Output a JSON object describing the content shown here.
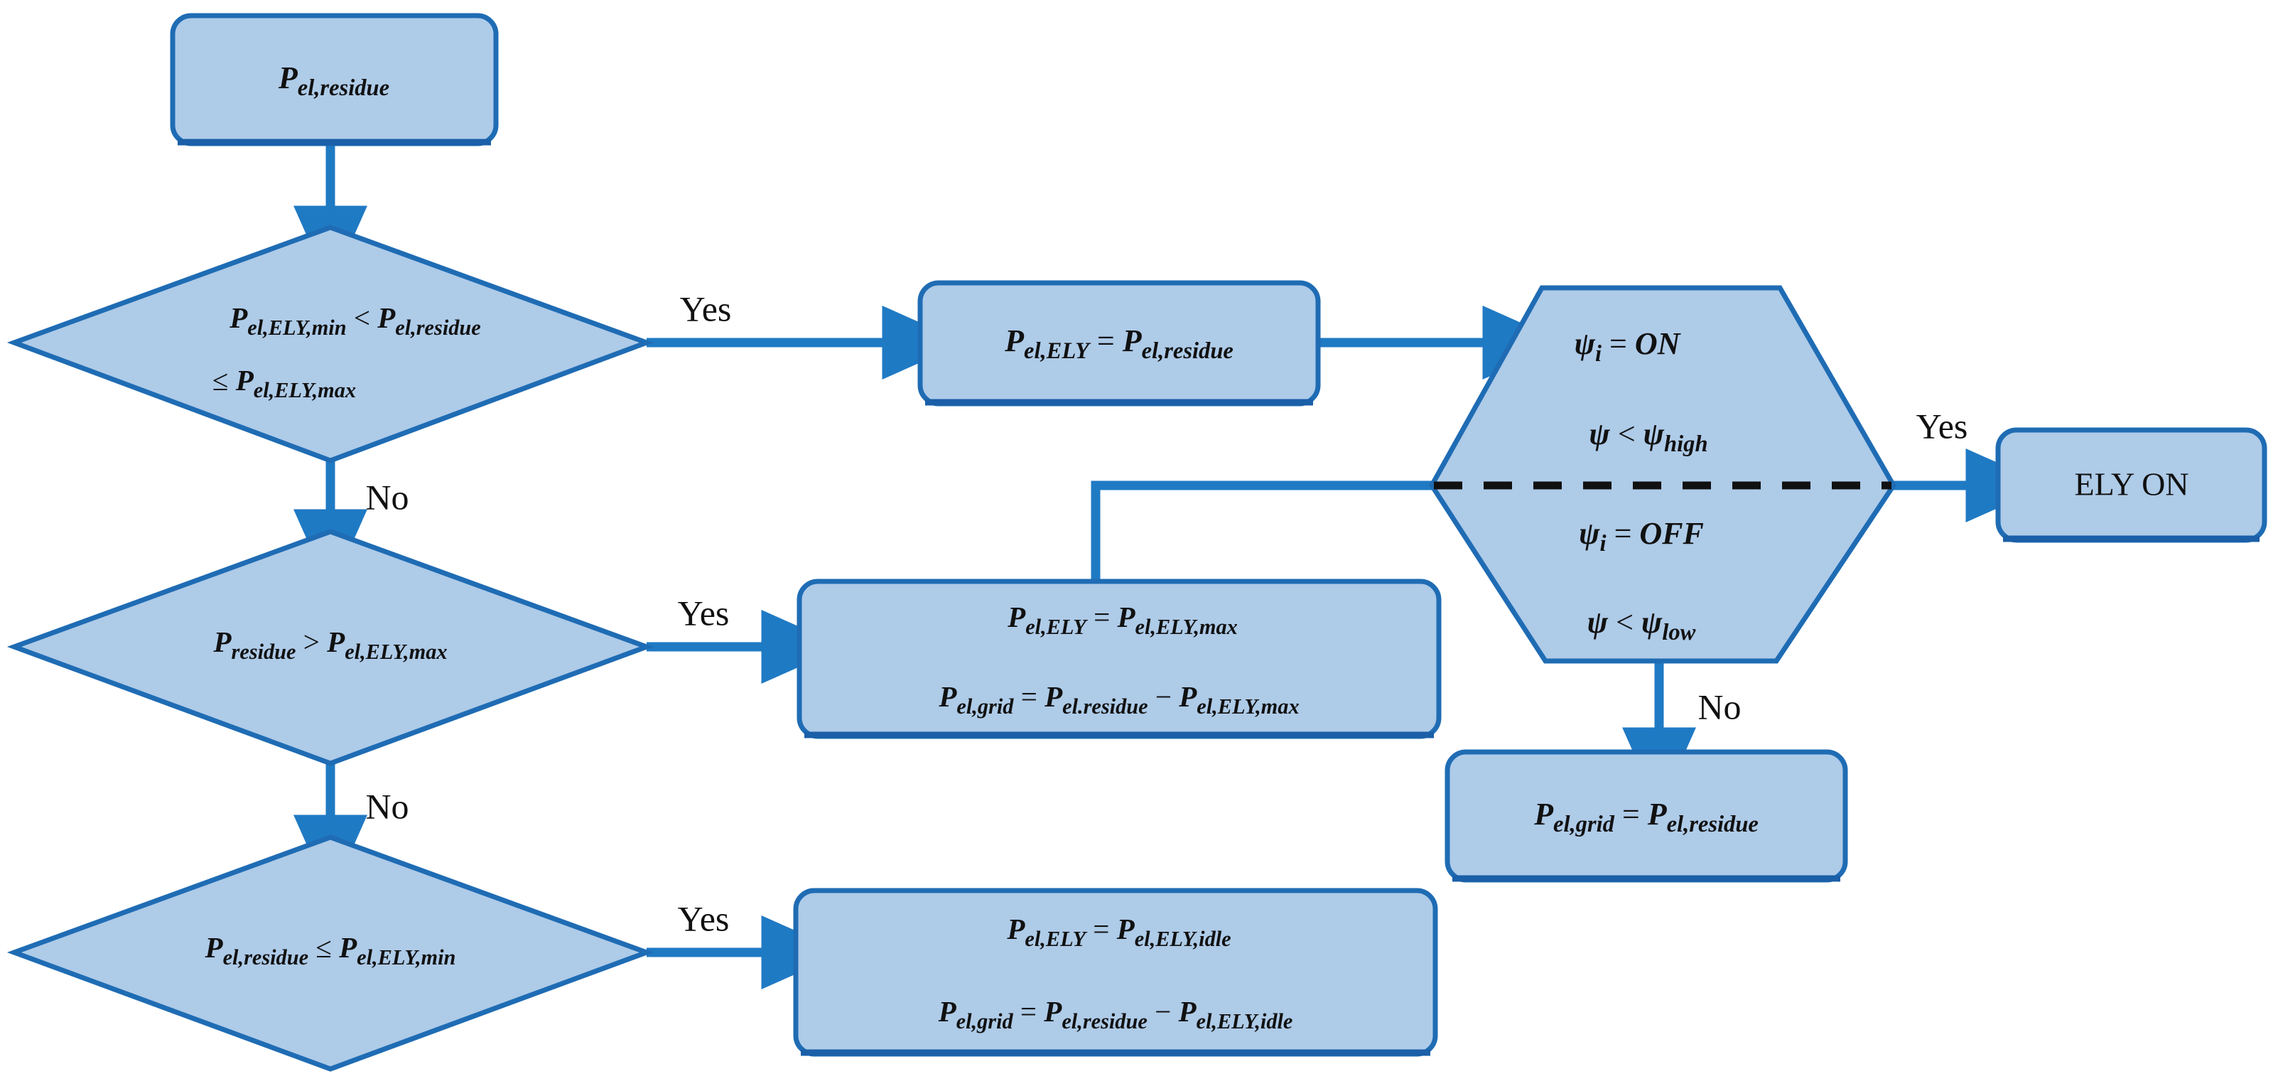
{
  "diagram": {
    "title": "Electrolyser (ELY) residual power dispatch flowchart",
    "colors": {
      "node_fill": "#aecbe8",
      "node_border": "#1f6cb4",
      "connector": "#1f7ac4",
      "divider": "#111111",
      "background": "#ffffff",
      "text": "#111111"
    },
    "nodes": {
      "start": {
        "shape": "rounded-rectangle",
        "symbol": "P",
        "subscript": "el,residue"
      },
      "decision_range": {
        "shape": "diamond",
        "line1": {
          "lhs_symbol": "P",
          "lhs_sub": "el,ELY,min",
          "op": "<",
          "rhs_symbol": "P",
          "rhs_sub": "el,residue"
        },
        "line2": {
          "op": "≤",
          "rhs_symbol": "P",
          "rhs_sub": "el,ELY,max"
        }
      },
      "assign_residue": {
        "shape": "rounded-rectangle",
        "lhs_symbol": "P",
        "lhs_sub": "el,ELY",
        "op": "=",
        "rhs_symbol": "P",
        "rhs_sub": "el,residue"
      },
      "decision_over_max": {
        "shape": "diamond",
        "lhs_symbol": "P",
        "lhs_sub": "residue",
        "op": ">",
        "rhs_symbol": "P",
        "rhs_sub": "el,ELY,max"
      },
      "assign_max": {
        "shape": "rounded-rectangle",
        "line1": {
          "lhs_symbol": "P",
          "lhs_sub": "el,ELY",
          "op": "=",
          "rhs_symbol": "P",
          "rhs_sub": "el,ELY,max"
        },
        "line2": {
          "lhs_symbol": "P",
          "lhs_sub": "el,grid",
          "op": "=",
          "rhs1_symbol": "P",
          "rhs1_sub": "el.residue",
          "op2": "−",
          "rhs2_symbol": "P",
          "rhs2_sub": "el,ELY,max"
        }
      },
      "decision_under_min": {
        "shape": "diamond",
        "lhs_symbol": "P",
        "lhs_sub": "el,residue",
        "op": "≤",
        "rhs_symbol": "P",
        "rhs_sub": "el,ELY,min"
      },
      "assign_idle": {
        "shape": "rounded-rectangle",
        "line1": {
          "lhs_symbol": "P",
          "lhs_sub": "el,ELY",
          "op": "=",
          "rhs_symbol": "P",
          "rhs_sub": "el,ELY,idle"
        },
        "line2": {
          "lhs_symbol": "P",
          "lhs_sub": "el,grid",
          "op": "=",
          "rhs1_symbol": "P",
          "rhs1_sub": "el,residue",
          "op2": "−",
          "rhs2_symbol": "P",
          "rhs2_sub": "el,ELY,idle"
        }
      },
      "hysteresis_hexagon": {
        "shape": "hexagon",
        "divider": "dashed",
        "line1": {
          "symbol": "ψ",
          "sub": "i",
          "op": "=",
          "value": "ON"
        },
        "line2": {
          "symbol": "ψ",
          "op": "<",
          "rhs_symbol": "ψ",
          "rhs_sub": "high"
        },
        "line3": {
          "symbol": "ψ",
          "sub": "i",
          "op": "=",
          "value": "OFF"
        },
        "line4": {
          "symbol": "ψ",
          "op": "<",
          "rhs_symbol": "ψ",
          "rhs_sub": "low"
        }
      },
      "ely_on": {
        "shape": "rounded-rectangle",
        "label": "ELY ON"
      },
      "grid_residue": {
        "shape": "rounded-rectangle",
        "lhs_symbol": "P",
        "lhs_sub": "el,grid",
        "op": "=",
        "rhs_symbol": "P",
        "rhs_sub": "el,residue"
      }
    },
    "edge_labels": {
      "yes_1": "Yes",
      "yes_2": "Yes",
      "yes_3": "Yes",
      "yes_4": "Yes",
      "no_1": "No",
      "no_2": "No",
      "no_3": "No"
    }
  }
}
